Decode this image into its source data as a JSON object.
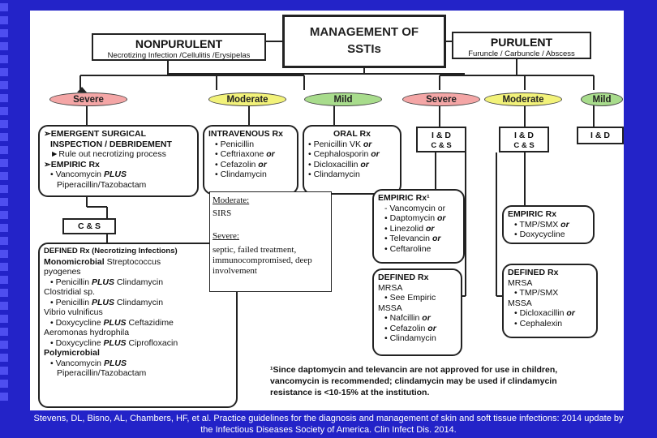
{
  "title": {
    "line1": "MANAGEMENT OF",
    "line2": "SSTIs"
  },
  "nonpurulent": {
    "title": "NONPURULENT",
    "subtitle": "Necrotizing Infection /Cellulitis /Erysipelas"
  },
  "purulent": {
    "title": "PURULENT",
    "subtitle": "Furuncle / Carbuncle / Abscess"
  },
  "severity": {
    "severe": "Severe",
    "moderate": "Moderate",
    "mild": "Mild"
  },
  "colors": {
    "severe": "#f4a6a6",
    "moderate": "#f2f27a",
    "mild": "#a8dc8c",
    "background": "#2323c8"
  },
  "np_severe": {
    "l1": "➢EMERGENT SURGICAL",
    "l2": "INSPECTION / DEBRIDEMENT",
    "l3": "►Rule out necrotizing process",
    "l4": "➢EMPIRIC Rx",
    "l5a": "• Vancomycin ",
    "l5b": "PLUS",
    "l6": "Piperacillin/Tazobactam"
  },
  "np_moderate": {
    "head": "INTRAVENOUS Rx",
    "i1": "• Penicillin",
    "i2a": "• Ceftriaxone ",
    "i2b": "or",
    "i3a": "• Cefazolin ",
    "i3b": "or",
    "i4": "• Clindamycin"
  },
  "np_mild": {
    "head": "ORAL Rx",
    "i1a": "• Penicillin VK ",
    "i1b": "or",
    "i2a": "• Cephalosporin ",
    "i2b": "or",
    "i3a": "• Dicloxacillin ",
    "i3b": "or",
    "i4": "• Clindamycin"
  },
  "cs": "C & S",
  "id": "I & D",
  "defined_np": {
    "head": "DEFINED Rx (Necrotizing Infections)",
    "mono": "Monomicrobial",
    "strep": " Streptococcus",
    "pyo": "pyogenes",
    "p1a": "• Penicillin ",
    "p1b": "PLUS",
    "p1c": " Clindamycin",
    "clos": "Clostridial sp.",
    "p2a": "• Penicillin ",
    "p2b": "PLUS",
    "p2c": " Clindamycin",
    "vib": "Vibrio vulnificus",
    "p3a": "• Doxycycline ",
    "p3b": "PLUS",
    "p3c": " Ceftazidime",
    "aer": "Aeromonas hydrophila",
    "p4a": "• Doxycycline ",
    "p4b": "PLUS",
    "p4c": " Ciprofloxacin",
    "poly": "Polymicrobial",
    "p5a": "• Vancomycin ",
    "p5b": "PLUS",
    "p6": "Piperacillin/Tazobactam"
  },
  "empiric_p": {
    "head": "EMPIRIC Rx¹",
    "i1": "- Vancomycin or",
    "i2a": "• Daptomycin ",
    "i2b": "or",
    "i3a": "• Linezolid ",
    "i3b": "or",
    "i4a": "• Televancin ",
    "i4b": "or",
    "i5": "• Ceftaroline"
  },
  "defined_p": {
    "head": "DEFINED Rx",
    "mrsa": "MRSA",
    "m1": "• See Empiric",
    "mssa": "MSSA",
    "s1a": "• Nafcillin ",
    "s1b": "or",
    "s2a": "• Cefazolin ",
    "s2b": "or",
    "s3": "• Clindamycin"
  },
  "empiric_mod": {
    "head": "EMPIRIC Rx",
    "i1a": "• TMP/SMX ",
    "i1b": "or",
    "i2": "• Doxycycline"
  },
  "defined_mod": {
    "head": "DEFINED Rx",
    "mrsa": "MRSA",
    "m1": "• TMP/SMX",
    "mssa": "MSSA",
    "s1a": "• Dicloxacillin ",
    "s1b": "or",
    "s2": "• Cephalexin"
  },
  "overlay": {
    "moderate_label": "Moderate:",
    "moderate_text": "SIRS",
    "severe_label": "Severe:",
    "severe_text": "septic, failed treatment, immunocompromised, deep involvement"
  },
  "footnote": {
    "l1": "¹Since daptomycin and televancin are not approved for use in children,",
    "l2": "vancomycin is recommended; clindamycin may be used if clindamycin",
    "l3": "resistance is <10-15% at the institution."
  },
  "citation": {
    "l1": "Stevens, DL, Bisno, AL, Chambers, HF, et al. Practice guidelines for the diagnosis and management of skin and soft tissue infections: 2014 update by",
    "l2": "the Infectious Diseases Society of America. Clin Infect Dis. 2014."
  }
}
